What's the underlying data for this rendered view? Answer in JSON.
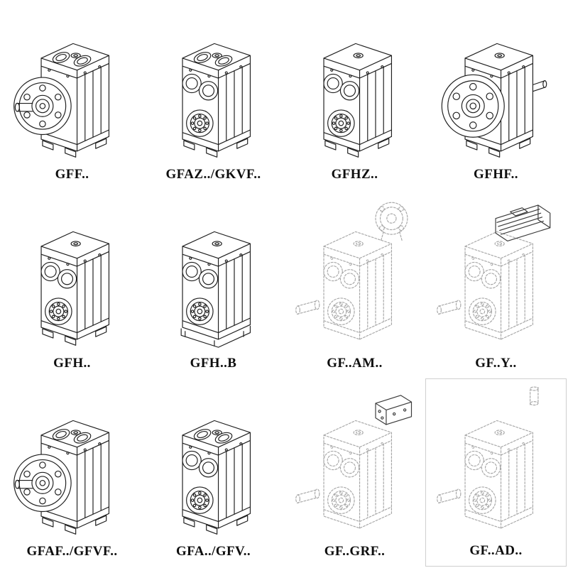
{
  "page": {
    "background": "#ffffff"
  },
  "colors": {
    "line": "#1f1f1f",
    "dashed_line": "#a8a8a8"
  },
  "grid": {
    "items": [
      {
        "label": "GFF..",
        "drawing": "gearbox-output-flange",
        "style": "solid"
      },
      {
        "label": "GFAZ../GKVF..",
        "drawing": "gearbox-hollow-shaft",
        "style": "solid"
      },
      {
        "label": "GFHZ..",
        "drawing": "gearbox-hollow-shaft-shrink",
        "style": "solid"
      },
      {
        "label": "GFHF..",
        "drawing": "gearbox-large-flange",
        "style": "solid"
      },
      {
        "label": "GFH..",
        "drawing": "gearbox-shaft-mounted",
        "style": "solid"
      },
      {
        "label": "GFH..B",
        "drawing": "gearbox-shaft-mounted-base",
        "style": "solid"
      },
      {
        "label": "GF..AM..",
        "drawing": "gearbox-motor-adapter-flange",
        "style": "dashed"
      },
      {
        "label": "GF..Y..",
        "drawing": "gearbox-with-motor",
        "style": "dashed"
      },
      {
        "label": "GFAF../GFVF..",
        "drawing": "gearbox-output-flange-large",
        "style": "solid"
      },
      {
        "label": "GFA../GFV..",
        "drawing": "gearbox-solid-shaft",
        "style": "solid"
      },
      {
        "label": "GF..GRF..",
        "drawing": "gearbox-input-gearbox",
        "style": "dashed"
      },
      {
        "label": "GF..AD..",
        "drawing": "gearbox-input-shaft",
        "style": "dashed"
      }
    ]
  }
}
